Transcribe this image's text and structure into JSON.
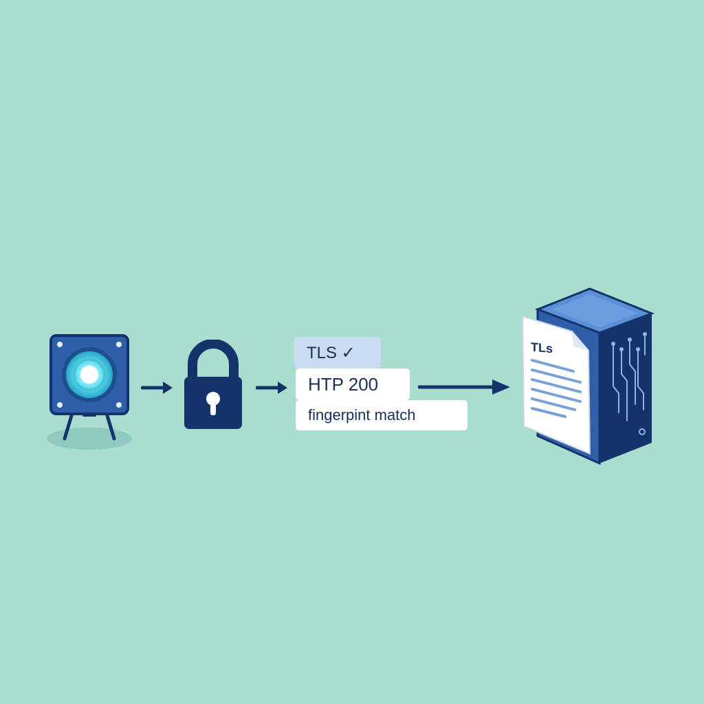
{
  "diagram": {
    "background_color": "#a8ddd0",
    "accent_dark": "#14336b",
    "accent_mid": "#2e5fa8",
    "accent_light": "#5b8fd6",
    "cyan_glow": "#5fe0f0",
    "status_cards": {
      "tls": "TLS ✓",
      "http": "HTP 200",
      "fingerprint": "fingerpint match"
    },
    "server_document": {
      "label": "TLs"
    },
    "icons": {
      "device": "camera-sensor-icon",
      "lock": "padlock-icon",
      "server": "server-icon",
      "document": "document-icon"
    }
  }
}
